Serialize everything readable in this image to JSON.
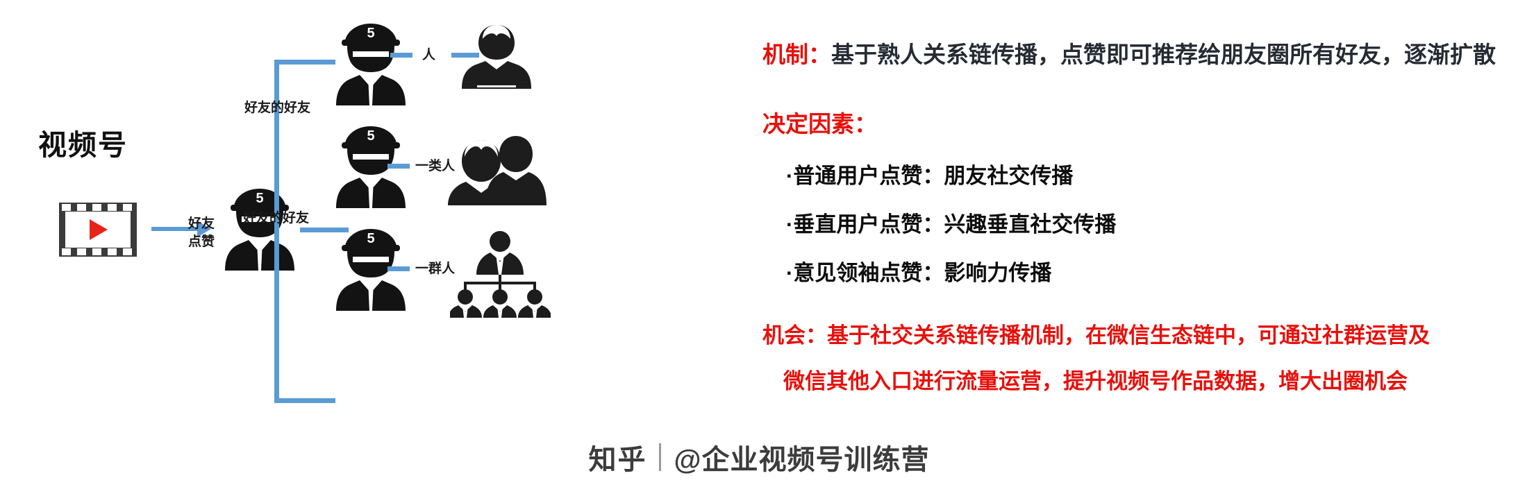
{
  "diagram": {
    "title": "视频号",
    "source_icon": "video-film-icon",
    "flow_arrow_label": "好友\n点赞",
    "flow_arrow_label_line1": "好友",
    "flow_arrow_label_line2": "点赞",
    "root_node": {
      "icon": "capped-person-icon",
      "badge": "5"
    },
    "tier_labels": [
      "好友的好友",
      "好友的好友"
    ],
    "branches": [
      {
        "icon": "capped-person-icon",
        "badge": "5",
        "label": "人",
        "audience_icon": "single-person-at-laptop-icon"
      },
      {
        "icon": "capped-person-icon",
        "badge": "5",
        "label": "一类人",
        "audience_icon": "two-people-icon"
      },
      {
        "icon": "capped-person-icon",
        "badge": "5",
        "label": "一群人",
        "audience_icon": "org-chart-group-icon"
      }
    ]
  },
  "panel": {
    "mechanism": {
      "head": "机制：",
      "body": "基于熟人关系链传播，点赞即可推荐给朋友圈所有好友，逐渐扩散"
    },
    "factors": {
      "head": "决定因素：",
      "bullets": [
        "·普通用户点赞：朋友社交传播",
        "·垂直用户点赞：兴趣垂直社交传播",
        "·意见领袖点赞：影响力传播"
      ]
    },
    "opportunity": {
      "head": "机会：",
      "line1_body": "基于社交关系链传播机制，在微信生态链中，可通过社群运营及",
      "line2": "微信其他入口进行流量运营，提升视频号作品数据，增大出圈机会"
    }
  },
  "footer": {
    "logo": "知乎",
    "handle": "@企业视频号训练营"
  },
  "colors": {
    "accent_blue": "#5b9bd5",
    "red": "#e8100b",
    "play_red": "#e8231a",
    "dark_text": "#262b33",
    "icon_dark": "#1b1b1b"
  }
}
